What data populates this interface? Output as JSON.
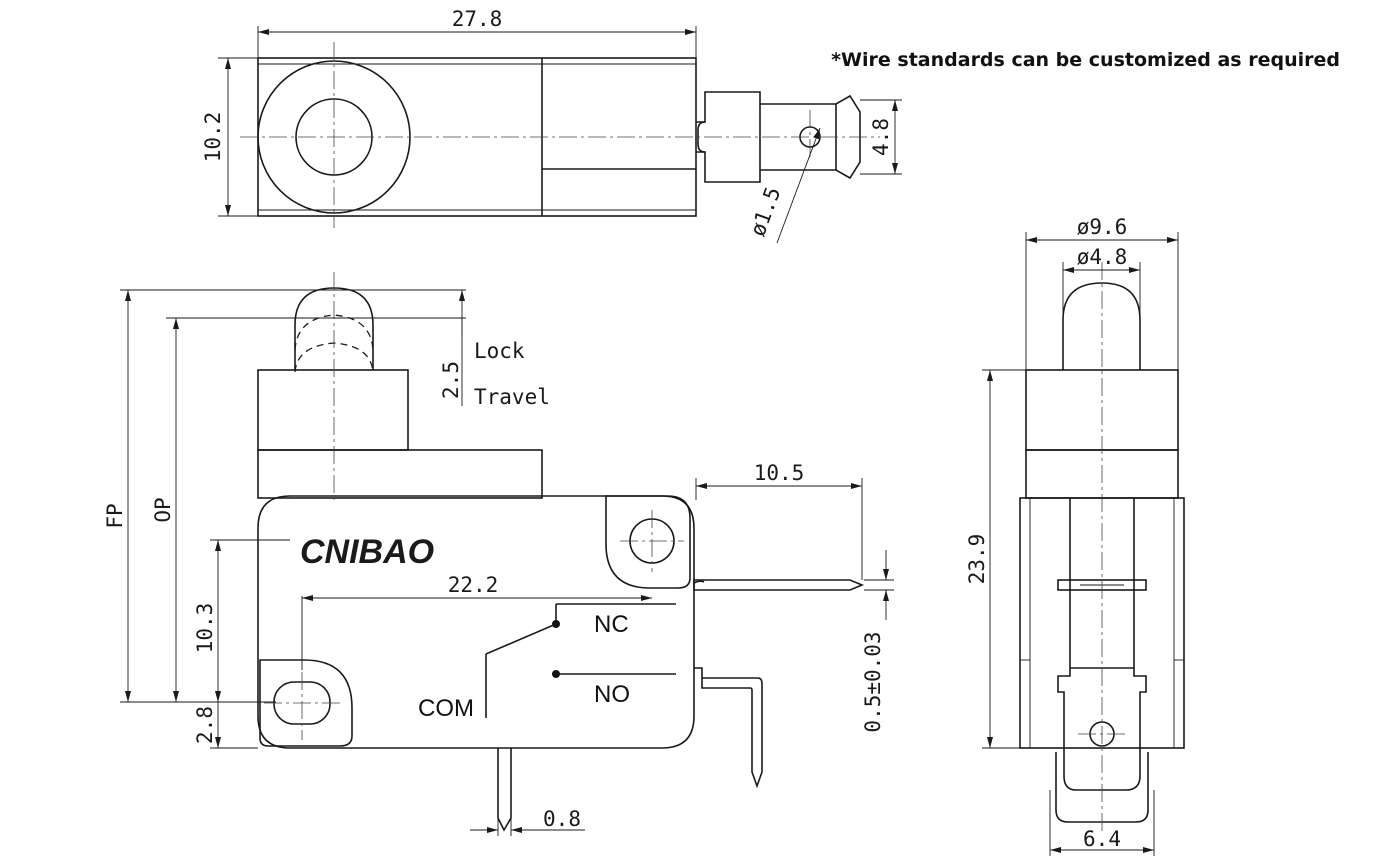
{
  "note": "*Wire standards can be customized as required",
  "brand": "CNIBAO",
  "terminals": {
    "nc": "NC",
    "no": "NO",
    "com": "COM"
  },
  "travel_label": {
    "line1": "Lock",
    "line2": "Travel"
  },
  "top_view": {
    "length": "27.8",
    "height": "10.2",
    "tab_width": "4.8",
    "hole": "ø1.5"
  },
  "front_view": {
    "fp": "FP",
    "op": "OP",
    "travel": "2.5",
    "height_103": "10.3",
    "offset_28": "2.8",
    "span_222": "22.2",
    "tab_105": "10.5",
    "tab_thk": "0.5±0.03",
    "pin_08": "0.8"
  },
  "side_view": {
    "dia_96": "ø9.6",
    "dia_48": "ø4.8",
    "height_239": "23.9",
    "width_64": "6.4"
  }
}
